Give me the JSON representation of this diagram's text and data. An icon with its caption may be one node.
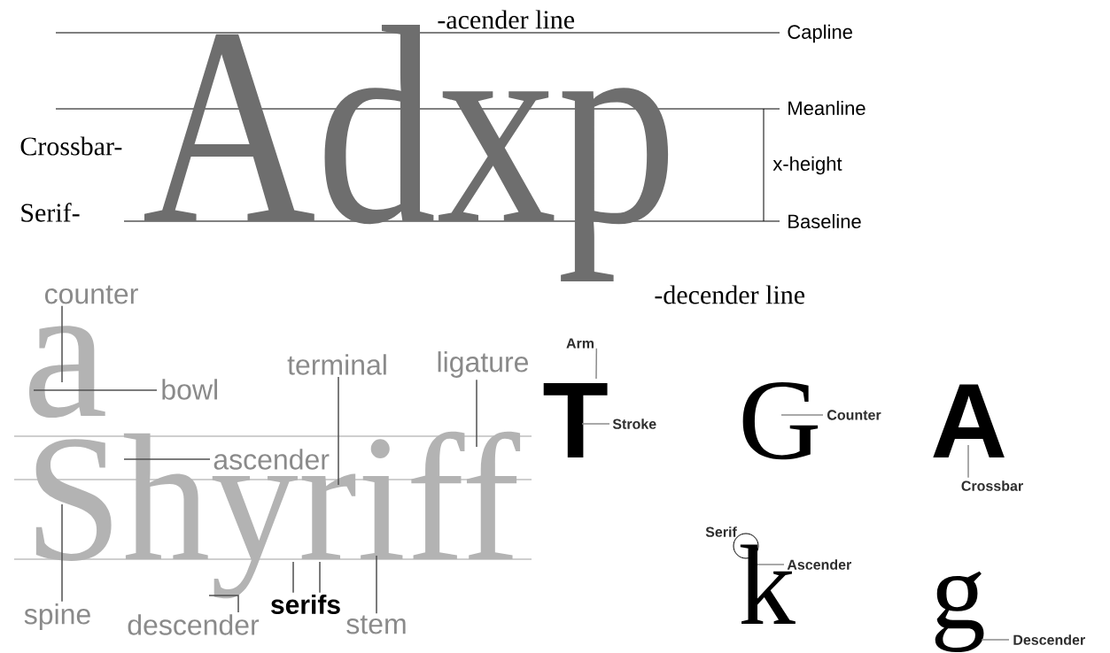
{
  "diagram": {
    "nodes": [
      {
        "text": [
          "Adxp"
        ]
      },
      {
        "text": [
          "a"
        ]
      },
      {
        "text": [
          "Shyriff"
        ]
      },
      {
        "text": [
          "counter"
        ]
      },
      {
        "text": [
          "bowl"
        ]
      },
      {
        "text": [
          "terminal"
        ]
      },
      {
        "text": [
          "ligature"
        ]
      },
      {
        "text": [
          "ascender"
        ]
      },
      {
        "text": [
          "spine"
        ]
      },
      {
        "text": [
          "descender"
        ]
      },
      {
        "text": [
          "serifs"
        ]
      },
      {
        "text": [
          "stem"
        ]
      },
      {
        "text": [
          "T"
        ]
      },
      {
        "text": [
          "Arm"
        ]
      },
      {
        "text": [
          "Stroke"
        ]
      },
      {
        "text": [
          "G"
        ]
      },
      {
        "text": [
          "Counter"
        ]
      },
      {
        "text": [
          "A"
        ]
      },
      {
        "text": [
          "Crossbar"
        ]
      },
      {
        "text": [
          "k"
        ]
      },
      {
        "text": [
          "Ascender"
        ]
      },
      {
        "text": [
          "g"
        ]
      },
      {
        "text": [
          "Descender"
        ]
      }
    ],
    "edges": [
      {
        "from": 3,
        "to": 1,
        "arrow": "none"
      },
      {
        "from": 4,
        "to": 1,
        "arrow": "none"
      },
      {
        "from": 5,
        "to": 2,
        "arrow": "none"
      },
      {
        "from": 6,
        "to": 2,
        "arrow": "none"
      },
      {
        "from": 7,
        "to": 2,
        "arrow": "none"
      },
      {
        "from": 8,
        "to": 2,
        "arrow": "none"
      },
      {
        "from": 9,
        "to": 2,
        "arrow": "none"
      },
      {
        "from": 10,
        "to": 2,
        "arrow": "none"
      },
      {
        "from": 11,
        "to": 2,
        "arrow": "none"
      },
      {
        "from": 13,
        "to": 12,
        "arrow": "none"
      },
      {
        "from": 14,
        "to": 12,
        "arrow": "none"
      },
      {
        "from": 16,
        "to": 15,
        "arrow": "none"
      },
      {
        "from": 18,
        "to": 17,
        "arrow": "none"
      },
      {
        "from": 20,
        "to": 19,
        "arrow": "none"
      },
      {
        "from": 22,
        "to": 21,
        "arrow": "none"
      }
    ],
    "labels": [
      "-acender line",
      "Capline",
      "Meanline",
      "x-height",
      "Baseline",
      "Crossbar-",
      "Serif-",
      "-decender line",
      "Serif"
    ]
  }
}
